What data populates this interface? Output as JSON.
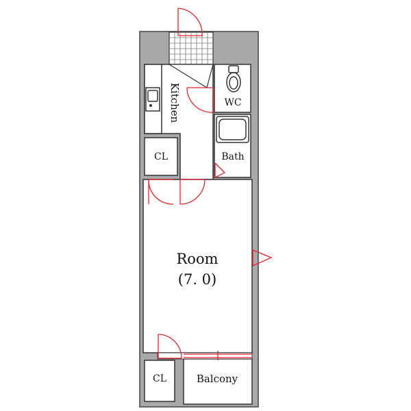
{
  "rooms": {
    "kitchen": "Kitchen",
    "wc": "WC",
    "bath": "Bath",
    "closet_top": "CL",
    "closet_bottom": "CL",
    "room_name": "Room",
    "room_size": "(7. 0)",
    "balcony": "Balcony"
  },
  "colors": {
    "wall": "#a9a9a9",
    "door": "#e8212a",
    "outline": "#333333"
  }
}
